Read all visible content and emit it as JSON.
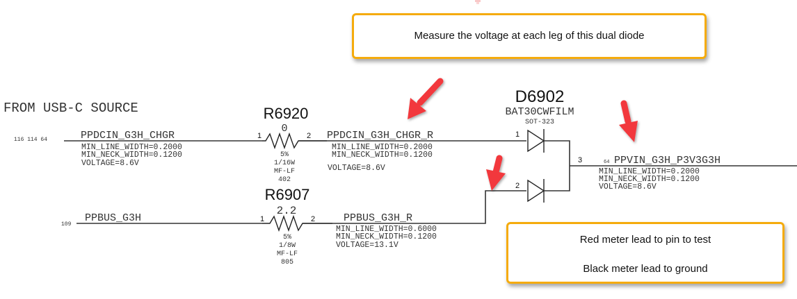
{
  "title_label": "FROM USB-C SOURCE",
  "callouts": {
    "top": "Measure the voltage at each leg of this dual diode",
    "bottom": [
      "Red meter lead to pin to test",
      "Black meter lead to ground"
    ]
  },
  "colors": {
    "callout_border": "#F5AB0C",
    "arrow": "#F2393C",
    "wire": "#333333"
  },
  "nets": {
    "ppdcin_chgr": {
      "refs": "116  114  64",
      "name": "PPDCIN_G3H_CHGR",
      "props": [
        "MIN_LINE_WIDTH=0.2000",
        "MIN_NECK_WIDTH=0.1200",
        "VOLTAGE=8.6V"
      ]
    },
    "ppdcin_chgr_r": {
      "name": "PPDCIN_G3H_CHGR_R",
      "props": [
        "MIN_LINE_WIDTH=0.2000",
        "MIN_NECK_WIDTH=0.1200",
        "VOLTAGE=8.6V"
      ]
    },
    "ppbus": {
      "refs": "109",
      "name": "PPBUS_G3H"
    },
    "ppbus_r": {
      "name": "PPBUS_G3H_R",
      "props": [
        "MIN_LINE_WIDTH=0.6000",
        "MIN_NECK_WIDTH=0.1200",
        "VOLTAGE=13.1V"
      ]
    },
    "ppvin": {
      "refs": "64",
      "name": "PPVIN_G3H_P3V3G3H",
      "props": [
        "MIN_LINE_WIDTH=0.2000",
        "MIN_NECK_WIDTH=0.1200",
        "VOLTAGE=8.6V"
      ]
    }
  },
  "components": {
    "r6920": {
      "ref": "R6920",
      "value": "0",
      "pin1": "1",
      "pin2": "2",
      "specs": [
        "5%",
        "1/16W",
        "MF-LF",
        "402"
      ]
    },
    "r6907": {
      "ref": "R6907",
      "value": "2.2",
      "pin1": "1",
      "pin2": "2",
      "specs": [
        "5%",
        "1/8W",
        "MF-LF",
        "805"
      ]
    },
    "d6902": {
      "ref": "D6902",
      "part": "BAT30CWFILM",
      "package": "SOT-323",
      "pin1": "1",
      "pin2": "2",
      "pin3": "3"
    }
  },
  "arrows": [
    "arrow-to-chgr-r-net",
    "arrow-to-diode-pin2",
    "arrow-to-ppvin-net"
  ]
}
